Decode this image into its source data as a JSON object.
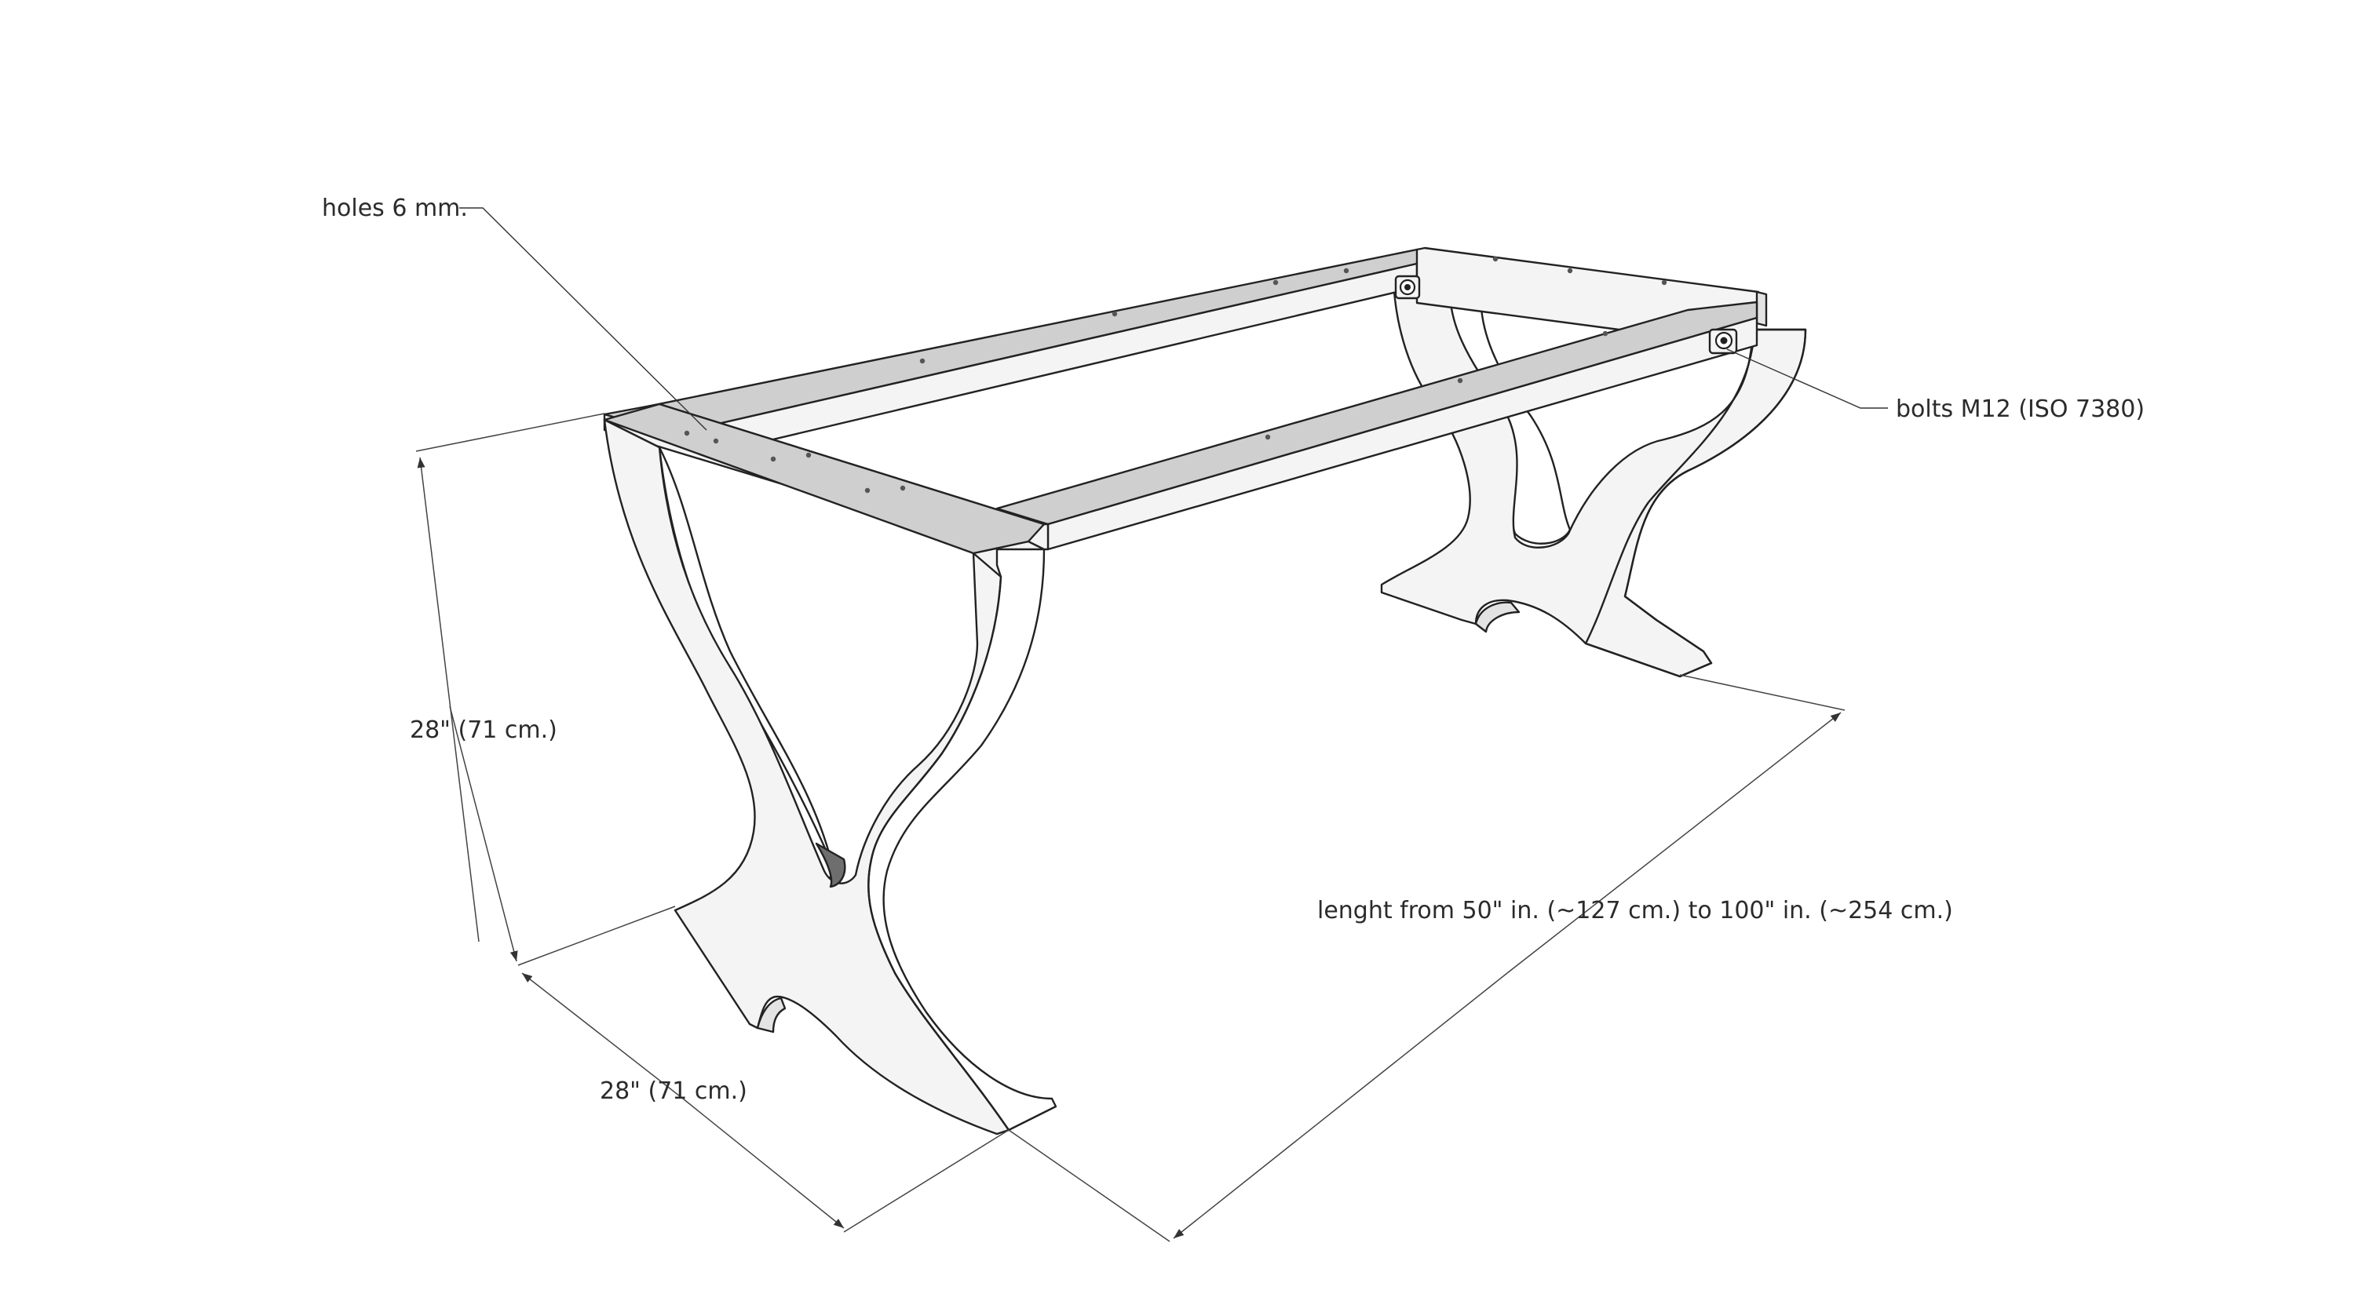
{
  "drawing": {
    "holes_label": "holes 6 mm.",
    "bolts_label": "bolts M12 (ISO 7380)",
    "height_label": "28\" (71 cm.)",
    "width_label": "28\" (71 cm.)",
    "length_label": "lenght from 50\" in. (~127 cm.) to 100\" in. (~254 cm.)"
  }
}
